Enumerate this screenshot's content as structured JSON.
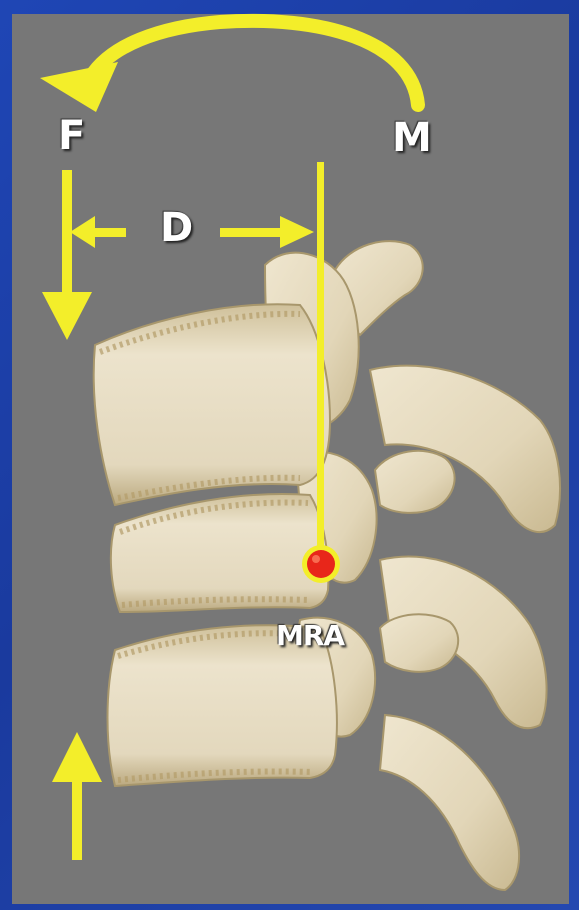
{
  "labels": {
    "force": "F",
    "moment": "M",
    "distance": "D",
    "rotation_axis": "MRA"
  },
  "colors": {
    "background_blue": "#1f46b5",
    "panel_gray": "#777777",
    "arrow_yellow": "#f3ee2a",
    "bone": "#e6dcc3",
    "bone_shadow": "#b8a981",
    "axis_point": "#e8261a",
    "label_text": "#ffffff"
  }
}
